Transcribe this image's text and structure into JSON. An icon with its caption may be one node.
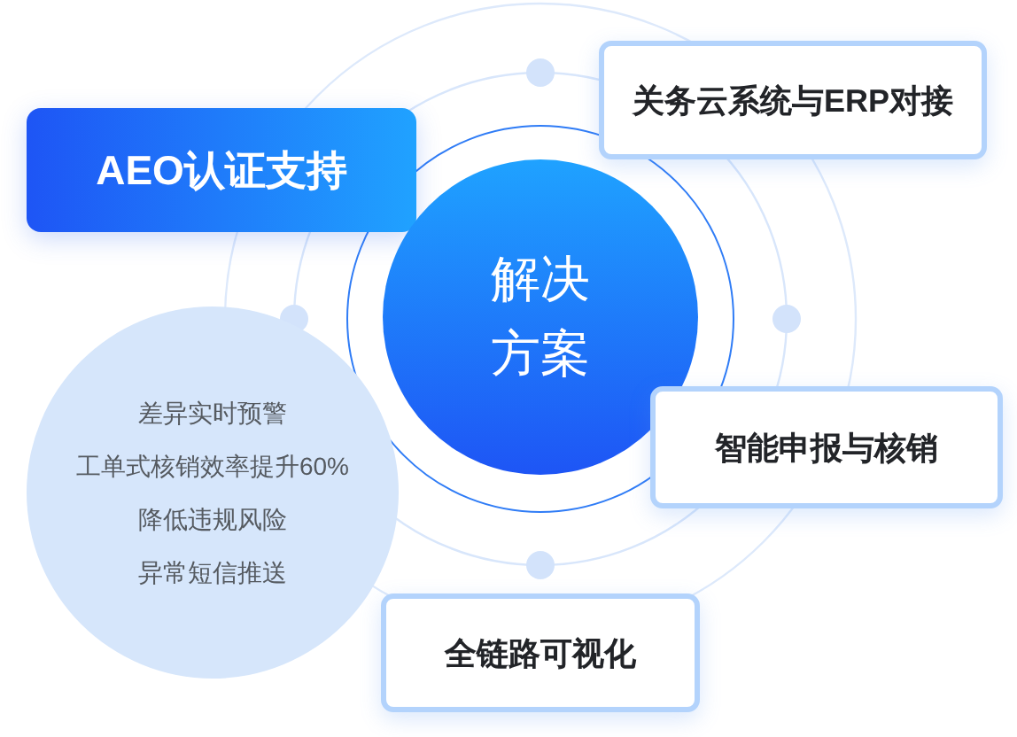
{
  "diagram": {
    "nodes": [
      {
        "text": [
          "关务云系统与ERP对接"
        ]
      },
      {
        "text": [
          "AEO认证支持"
        ]
      },
      {
        "text": [
          "解决方案"
        ]
      },
      {
        "text": [
          "差异实时预警",
          "工单式核销效率提升60%",
          "降低违规风险",
          "异常短信推送"
        ]
      },
      {
        "text": [
          "智能申报与核销"
        ]
      },
      {
        "text": [
          "全链路可视化"
        ]
      }
    ]
  }
}
